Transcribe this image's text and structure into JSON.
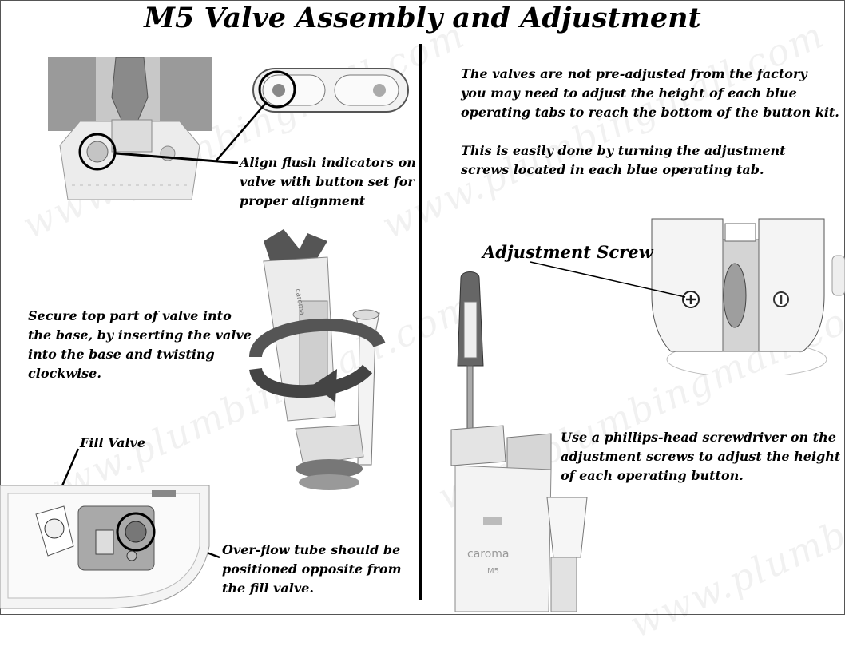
{
  "title": "M5 Valve Assembly and Adjustment",
  "watermark": "www.plumbingmall.com",
  "captions": {
    "align_flush": [
      "Align flush indicators on",
      "valve with button set for",
      "proper alignment"
    ],
    "secure_top": [
      "Secure top part of valve into",
      "the base, by inserting the valve",
      "into the base and twisting",
      "clockwise."
    ],
    "fill_valve": "Fill Valve",
    "overflow": [
      "Over-flow tube should be",
      "positioned opposite from",
      "the fill valve."
    ],
    "not_preadjusted": [
      "The valves are not pre-adjusted from the factory",
      "you may need to adjust the height of each blue",
      "operating tabs to reach the bottom of the button kit."
    ],
    "easily_done": [
      "This is easily done by turning the adjustment",
      "screws located in each blue operating tab."
    ],
    "adjustment_screw": "Adjustment Screw",
    "phillips": [
      "Use a phillips-head screwdriver on the",
      "adjustment screws to adjust the height",
      "of each operating button."
    ]
  },
  "product_labels": {
    "valve_brand": "caroma",
    "valve_model": "M5"
  },
  "icons": [
    "flush-valve-photo",
    "button-set-photo",
    "valve-twist-photo",
    "tank-photo",
    "operating-tab-photo",
    "screwdriver-photo"
  ]
}
